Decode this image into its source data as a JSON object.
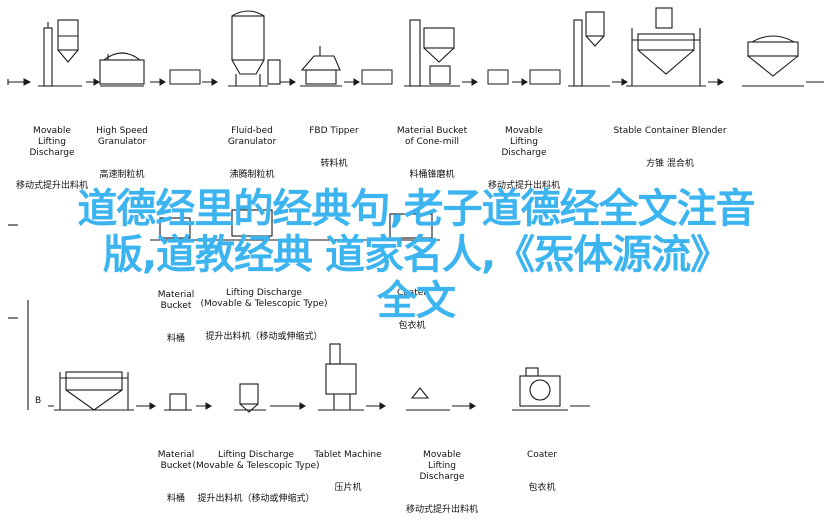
{
  "row1": [
    {
      "en": "Movable\nLifting\nDischarge",
      "zh": "移动式提升出料机"
    },
    {
      "en": "High Speed\nGranulator",
      "zh": "高速制粒机"
    },
    {
      "en": "Fluid-bed\nGranulator",
      "zh": "沸腾制粒机"
    },
    {
      "en": "FBD Tipper",
      "zh": "转料机"
    },
    {
      "en": "Material Bucket\nof Cone-mill",
      "zh": "料桶锥磨机"
    },
    {
      "en": "Movable\nLifting\nDischarge",
      "zh": "移动式提升出料机"
    },
    {
      "en": "Stable Container Blender",
      "zh": "方锥 混合机"
    }
  ],
  "row2": [
    {
      "en": "Material\nBucket",
      "zh": "料桶"
    },
    {
      "en": "Lifting Discharge\n(Movable & Telescopic Type)",
      "zh": "提升出料机（移动或伸缩式）"
    },
    {
      "en": "Coater",
      "zh": "包衣机"
    }
  ],
  "row3": [
    {
      "en": "Material\nBucket",
      "zh": "料桶"
    },
    {
      "en": "Lifting Discharge\n(Movable & Telescopic Type)",
      "zh": "提升出料机（移动或伸缩式）"
    },
    {
      "en": "Tablet Machine",
      "zh": "压片机"
    },
    {
      "en": "Movable\nLifting\nDischarge",
      "zh": "移动式提升出料机"
    },
    {
      "en": "Coater",
      "zh": "包衣机"
    }
  ],
  "marker_b": "B",
  "overlay": {
    "line1": "道德经里的经典句,老子道德经全文注音",
    "line2": "版,道教经典 道家名人,《炁体源流》",
    "line3": "全文"
  }
}
